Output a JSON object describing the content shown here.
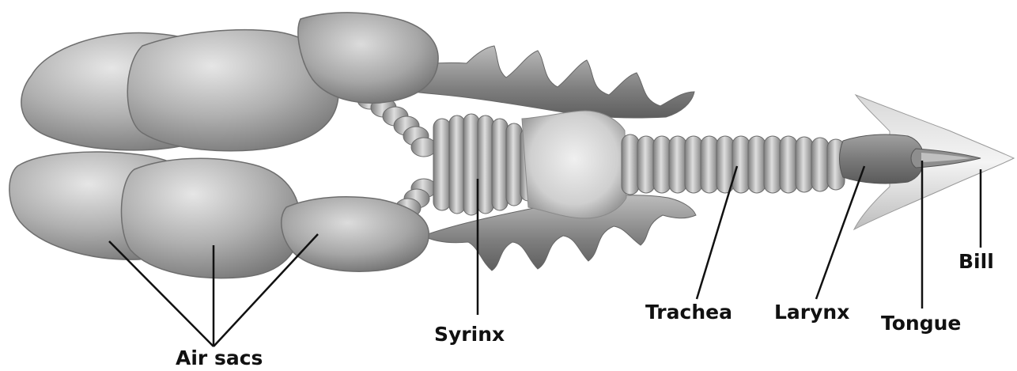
{
  "labels": {
    "air_sacs": "Air sacs",
    "syrinx": "Syrinx",
    "trachea": "Trachea",
    "larynx": "Larynx",
    "tongue": "Tongue",
    "bill": "Bill"
  },
  "colors": {
    "organ_light": "#d4d4d4",
    "organ_mid": "#a8a8a8",
    "organ_dark": "#6e6e6e",
    "leader_line": "#111111"
  }
}
